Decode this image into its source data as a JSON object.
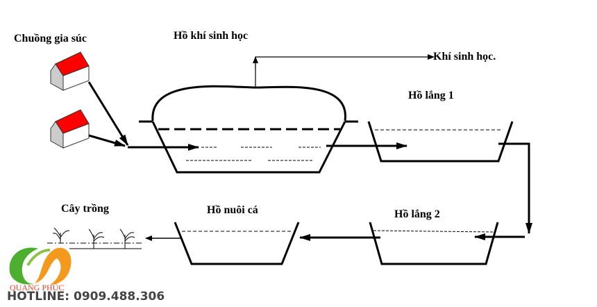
{
  "labels": {
    "livestock": "Chuồng gia súc",
    "biogas_tank": "Hồ khí sinh học",
    "biogas": "Khí sinh học.",
    "settling_pond_1": "Hồ lắng 1",
    "settling_pond_2": "Hồ lắng 2",
    "fish_pond": "Hồ nuôi cá",
    "crops": "Cây trồng"
  },
  "brand": {
    "name": "QUANG PHÚC",
    "hotline": "HOTLINE: 0909.488.306"
  },
  "colors": {
    "roof": "#ff0000",
    "logo_green": "#4caf30",
    "logo_orange": "#f39a1e",
    "hotline": "#444444"
  }
}
